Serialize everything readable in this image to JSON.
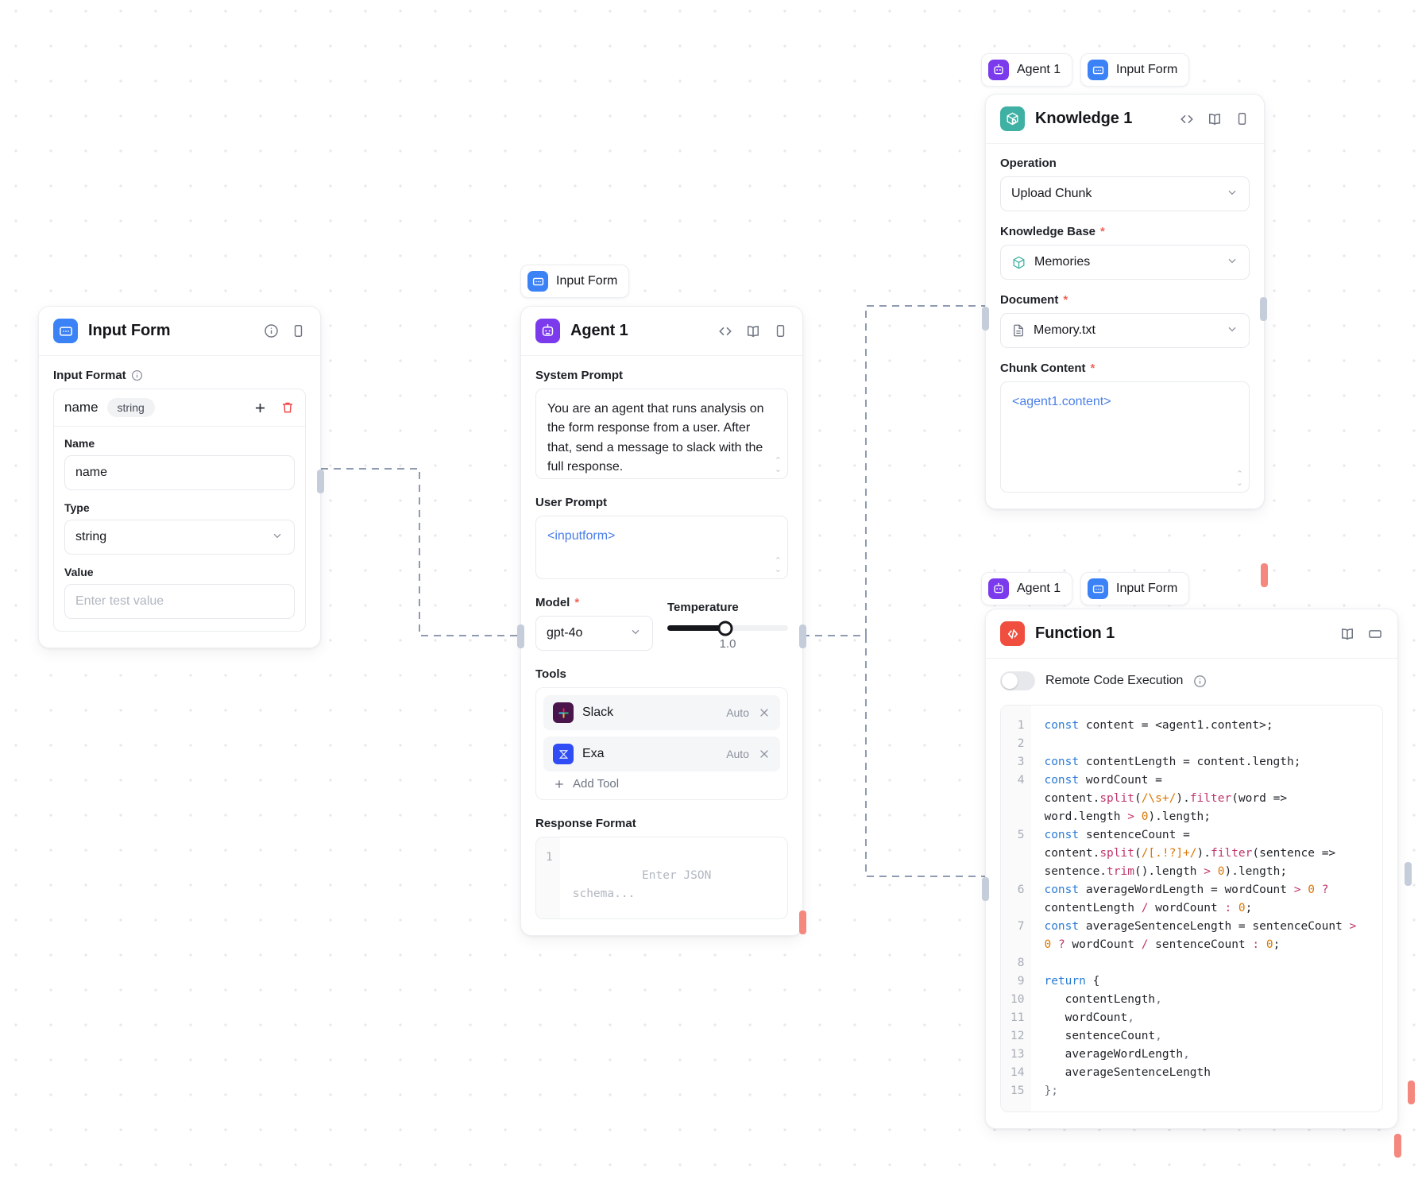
{
  "canvas": {
    "grid": true,
    "dot_color": "#e9e9ec"
  },
  "nodes": {
    "input_form": {
      "title": "Input Form",
      "icon": "input-form-icon",
      "icon_color": "#3b82f6",
      "section_label": "Input Format",
      "entry": {
        "name": "name",
        "type_chip": "string"
      },
      "fields": {
        "name_label": "Name",
        "name_value": "name",
        "type_label": "Type",
        "type_value": "string",
        "value_label": "Value",
        "value_placeholder": "Enter test value"
      },
      "actions": {
        "add": "+",
        "delete": "delete-icon"
      }
    },
    "agent": {
      "title": "Agent 1",
      "icon": "agent-robot-icon",
      "icon_color": "#7c3aed",
      "badge": "Input Form",
      "system_prompt_label": "System Prompt",
      "system_prompt": "You are an agent that runs analysis on the form response from a user. After that, send a message to slack with the full response.",
      "user_prompt_label": "User Prompt",
      "user_prompt": "<inputform>",
      "model_label": "Model",
      "model_value": "gpt-4o",
      "temperature_label": "Temperature",
      "temperature_value": "1.0",
      "temperature_pct": 48,
      "tools_label": "Tools",
      "tools": [
        {
          "name": "Slack",
          "mode": "Auto",
          "icon": "slack-icon",
          "color": "#4a154b"
        },
        {
          "name": "Exa",
          "mode": "Auto",
          "icon": "exa-icon",
          "color": "#2f4cf5"
        }
      ],
      "add_tool_label": "Add Tool",
      "response_format_label": "Response Format",
      "response_format_placeholder": "Enter JSON schema...",
      "response_format_line_no": "1"
    },
    "knowledge": {
      "title": "Knowledge 1",
      "icon": "knowledge-box-icon",
      "icon_color": "#3fb0a4",
      "badges": [
        "Agent 1",
        "Input Form"
      ],
      "operation_label": "Operation",
      "operation_value": "Upload Chunk",
      "kb_label": "Knowledge Base",
      "kb_value": "Memories",
      "document_label": "Document",
      "document_value": "Memory.txt",
      "chunk_label": "Chunk Content",
      "chunk_value": "<agent1.content>"
    },
    "function": {
      "title": "Function 1",
      "icon": "code-brackets-icon",
      "icon_color": "#f04e3e",
      "badges": [
        "Agent 1",
        "Input Form"
      ],
      "toggle_label": "Remote Code Execution",
      "toggle_on": false,
      "code_lines": [
        {
          "no": "1",
          "tokens": [
            [
              "k",
              "const"
            ],
            [
              "t",
              " content = <agent1.content>;"
            ]
          ]
        },
        {
          "no": "2",
          "tokens": []
        },
        {
          "no": "3",
          "tokens": [
            [
              "k",
              "const"
            ],
            [
              "t",
              " contentLength = content.length;"
            ]
          ]
        },
        {
          "no": "4",
          "tokens": [
            [
              "k",
              "const"
            ],
            [
              "t",
              " wordCount =\ncontent."
            ],
            [
              "m",
              "split"
            ],
            [
              "t",
              "("
            ],
            [
              "n",
              "/\\s+/"
            ],
            [
              "t",
              ")."
            ],
            [
              "m",
              "filter"
            ],
            [
              "t",
              "(word =>\nword.length "
            ],
            [
              "m",
              ">"
            ],
            [
              "t",
              " "
            ],
            [
              "n",
              "0"
            ],
            [
              "t",
              ").length;"
            ]
          ]
        },
        {
          "no": "5",
          "tokens": [
            [
              "k",
              "const"
            ],
            [
              "t",
              " sentenceCount =\ncontent."
            ],
            [
              "m",
              "split"
            ],
            [
              "t",
              "("
            ],
            [
              "n",
              "/[.!?]+/"
            ],
            [
              "t",
              ")."
            ],
            [
              "m",
              "filter"
            ],
            [
              "t",
              "(sentence =>\nsentence."
            ],
            [
              "m",
              "trim"
            ],
            [
              "t",
              "().length "
            ],
            [
              "m",
              ">"
            ],
            [
              "t",
              " "
            ],
            [
              "n",
              "0"
            ],
            [
              "t",
              ").length;"
            ]
          ]
        },
        {
          "no": "6",
          "tokens": [
            [
              "k",
              "const"
            ],
            [
              "t",
              " averageWordLength = wordCount "
            ],
            [
              "m",
              ">"
            ],
            [
              "t",
              " "
            ],
            [
              "n",
              "0"
            ],
            [
              "t",
              " "
            ],
            [
              "m",
              "?"
            ],
            [
              "t",
              "\ncontentLength "
            ],
            [
              "m",
              "/"
            ],
            [
              "t",
              " wordCount "
            ],
            [
              "m",
              ":"
            ],
            [
              "t",
              " "
            ],
            [
              "n",
              "0"
            ],
            [
              "t",
              ";"
            ]
          ]
        },
        {
          "no": "7",
          "tokens": [
            [
              "k",
              "const"
            ],
            [
              "t",
              " averageSentenceLength = sentenceCount "
            ],
            [
              "m",
              ">"
            ],
            [
              "t",
              "\n"
            ],
            [
              "n",
              "0"
            ],
            [
              "t",
              " "
            ],
            [
              "m",
              "?"
            ],
            [
              "t",
              " wordCount "
            ],
            [
              "m",
              "/"
            ],
            [
              "t",
              " sentenceCount "
            ],
            [
              "m",
              ":"
            ],
            [
              "t",
              " "
            ],
            [
              "n",
              "0"
            ],
            [
              "t",
              ";"
            ]
          ]
        },
        {
          "no": "8",
          "tokens": []
        },
        {
          "no": "9",
          "tokens": [
            [
              "k",
              "return"
            ],
            [
              "t",
              " {"
            ]
          ]
        },
        {
          "no": "10",
          "tokens": [
            [
              "t",
              "   contentLength"
            ],
            [
              "p",
              ","
            ]
          ]
        },
        {
          "no": "11",
          "tokens": [
            [
              "t",
              "   wordCount"
            ],
            [
              "p",
              ","
            ]
          ]
        },
        {
          "no": "12",
          "tokens": [
            [
              "t",
              "   sentenceCount"
            ],
            [
              "p",
              ","
            ]
          ]
        },
        {
          "no": "13",
          "tokens": [
            [
              "t",
              "   averageWordLength"
            ],
            [
              "p",
              ","
            ]
          ]
        },
        {
          "no": "14",
          "tokens": [
            [
              "t",
              "   averageSentenceLength"
            ]
          ]
        },
        {
          "no": "15",
          "tokens": [
            [
              "p",
              "};"
            ]
          ]
        }
      ]
    }
  }
}
